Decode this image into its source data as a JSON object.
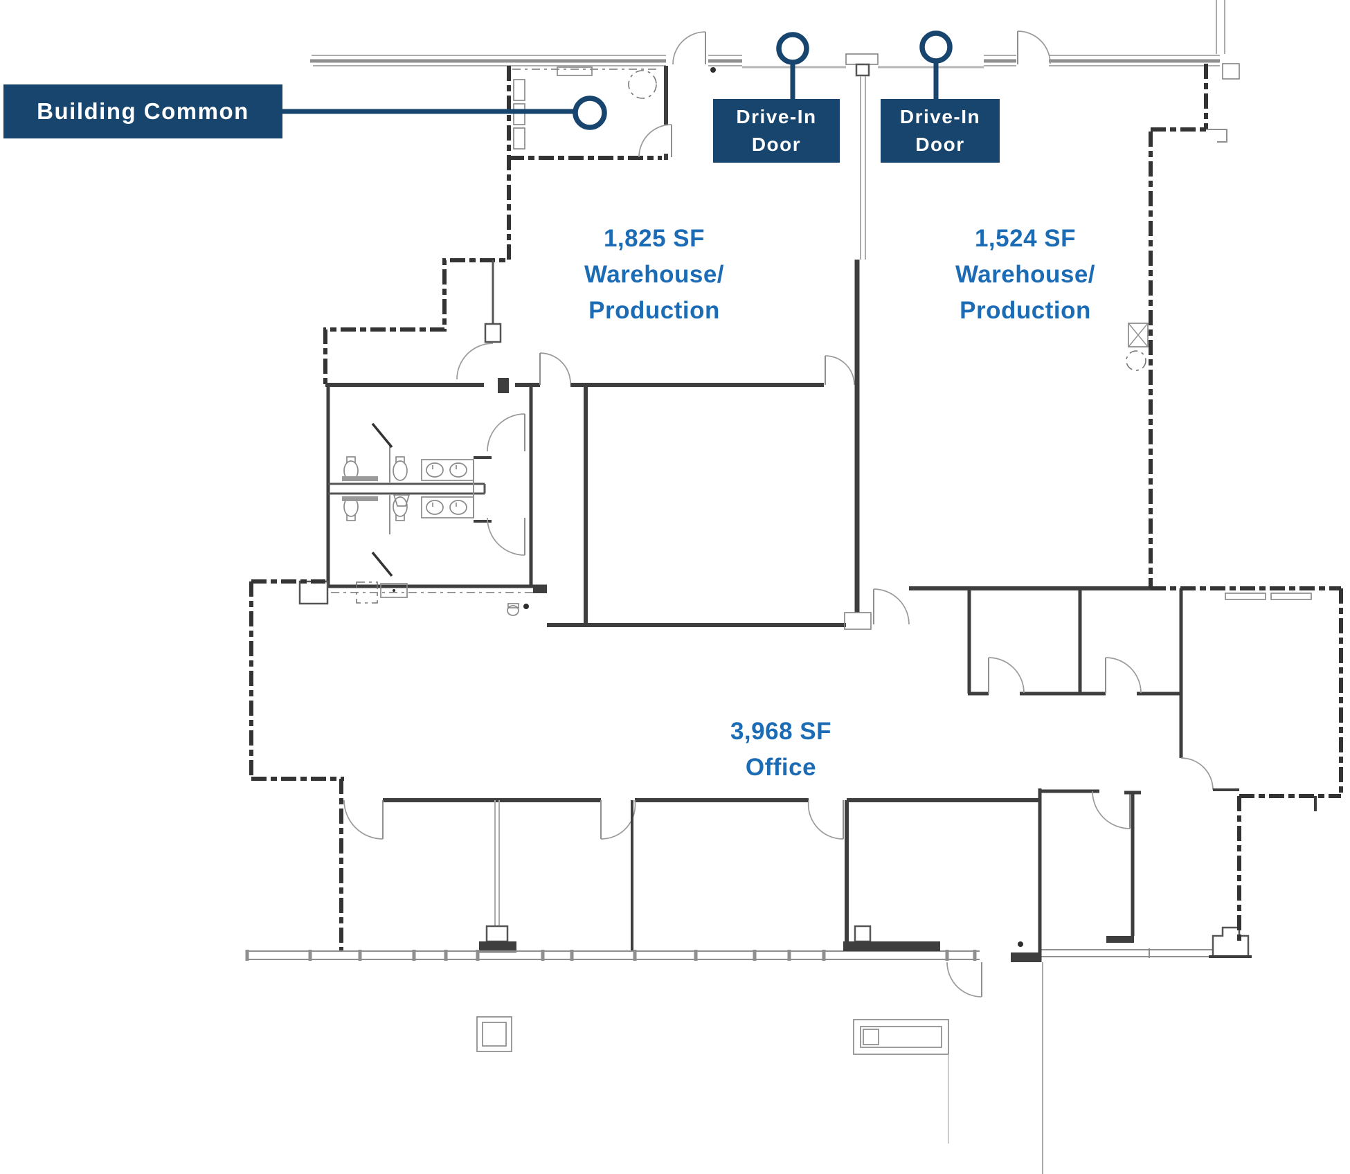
{
  "colors": {
    "navy": "#17456E",
    "accent_blue": "#1B6CB5",
    "wall": "#3E3E3E",
    "wall_light": "#8F8F8F",
    "line_light": "#ABABAB",
    "demise": "#333333",
    "bg": "#FFFFFF"
  },
  "callouts": {
    "building_common": {
      "text": "Building Common"
    },
    "drive_in_1": {
      "line1": "Drive-In",
      "line2": "Door"
    },
    "drive_in_2": {
      "line1": "Drive-In",
      "line2": "Door"
    }
  },
  "areas": {
    "warehouse_1": {
      "sf": "1,825 SF",
      "name1": "Warehouse/",
      "name2": "Production"
    },
    "warehouse_2": {
      "sf": "1,524 SF",
      "name1": "Warehouse/",
      "name2": "Production"
    },
    "office": {
      "sf": "3,968 SF",
      "name1": "Office"
    }
  }
}
